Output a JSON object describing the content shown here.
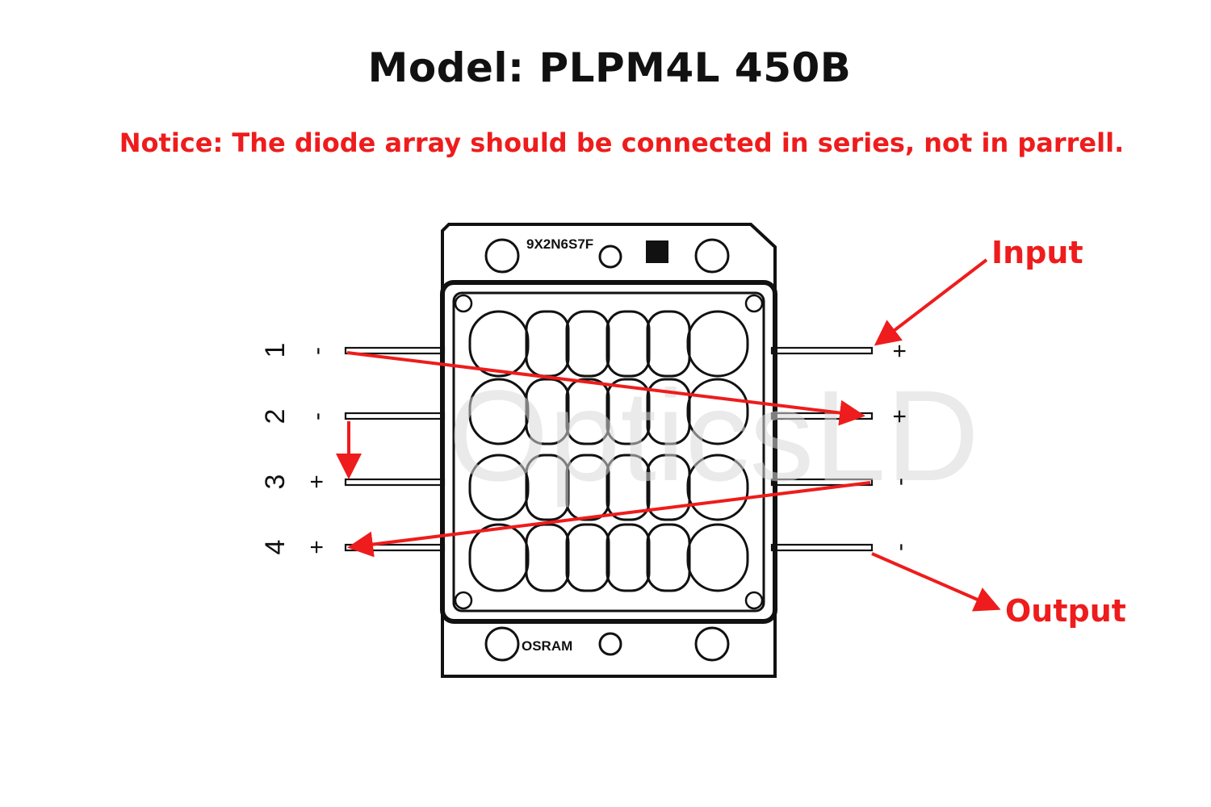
{
  "title": "Model: PLPM4L 450B",
  "notice": "Notice: The diode array should be connected in series, not in parrell.",
  "watermark": "OpticsLD",
  "chip": {
    "brand": "OSRAM",
    "part_code": "9X2N6S7F"
  },
  "left_pins": [
    {
      "number": "1",
      "polarity": "-"
    },
    {
      "number": "2",
      "polarity": "-"
    },
    {
      "number": "3",
      "polarity": "+"
    },
    {
      "number": "4",
      "polarity": "+"
    }
  ],
  "right_pins": [
    {
      "polarity": "+"
    },
    {
      "polarity": "+"
    },
    {
      "polarity": "-"
    },
    {
      "polarity": "-"
    }
  ],
  "labels": {
    "input": "Input",
    "output": "Output"
  },
  "colors": {
    "accent": "#ee1c1c",
    "line": "#111111",
    "watermark": "#d9d9d9"
  }
}
